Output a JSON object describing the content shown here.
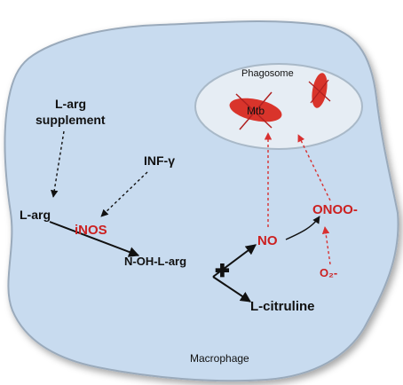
{
  "labels": {
    "phagosome": "Phagosome",
    "mtb": "Mtb",
    "l_arg_supplement_line1": "L-arg",
    "l_arg_supplement_line2": "supplement",
    "inf_gamma": "INF-γ",
    "l_arg": "L-arg",
    "inos": "iNOS",
    "n_oh_l_arg": "N-OH-L-arg",
    "no": "NO",
    "onoo": "ONOO-",
    "o2": "O₂-",
    "l_citruline": "L-citruline",
    "plus": "✚",
    "macrophage": "Macrophage"
  },
  "colors": {
    "cell_fill": "#c8dbef",
    "cell_stroke": "#9aaabb",
    "phagosome_fill": "#e6edf4",
    "phagosome_stroke": "#a9b9c8",
    "bacterium": "#d9342b",
    "red_text": "#cc1f1f",
    "black": "#111111",
    "dotted_red": "#d83030"
  }
}
